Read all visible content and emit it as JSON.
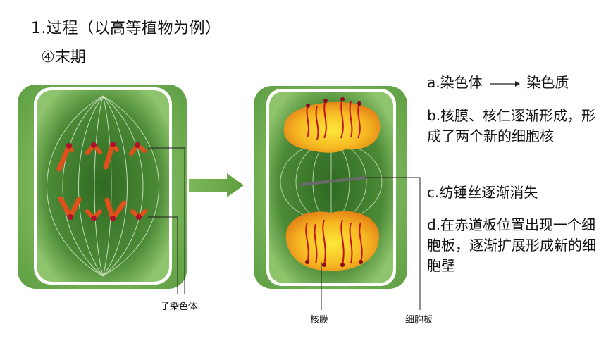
{
  "title": "1.过程（以高等植物为例）",
  "subtitle": "④末期",
  "notes": {
    "a_left": "a.染色体",
    "a_right": "染色质",
    "b": "b.核膜、核仁逐渐形成，形成了两个新的细胞核",
    "c": "c.纺锤丝逐渐消失",
    "d": "d.在赤道板位置出现一个细胞板，逐渐扩展形成新的细胞壁"
  },
  "labels": {
    "daughter_chromosome": "子染色体",
    "nuclear_membrane": "核膜",
    "cell_plate": "细胞板"
  },
  "colors": {
    "cell_wall": "#6aa84f",
    "cytoplasm_dark": "#3f7a2c",
    "cytoplasm_light": "#8cc06a",
    "chromosome": "#e0501a",
    "centromere": "#b0102a",
    "nucleus": "#f0a020",
    "arrow": "#6aa84f"
  }
}
